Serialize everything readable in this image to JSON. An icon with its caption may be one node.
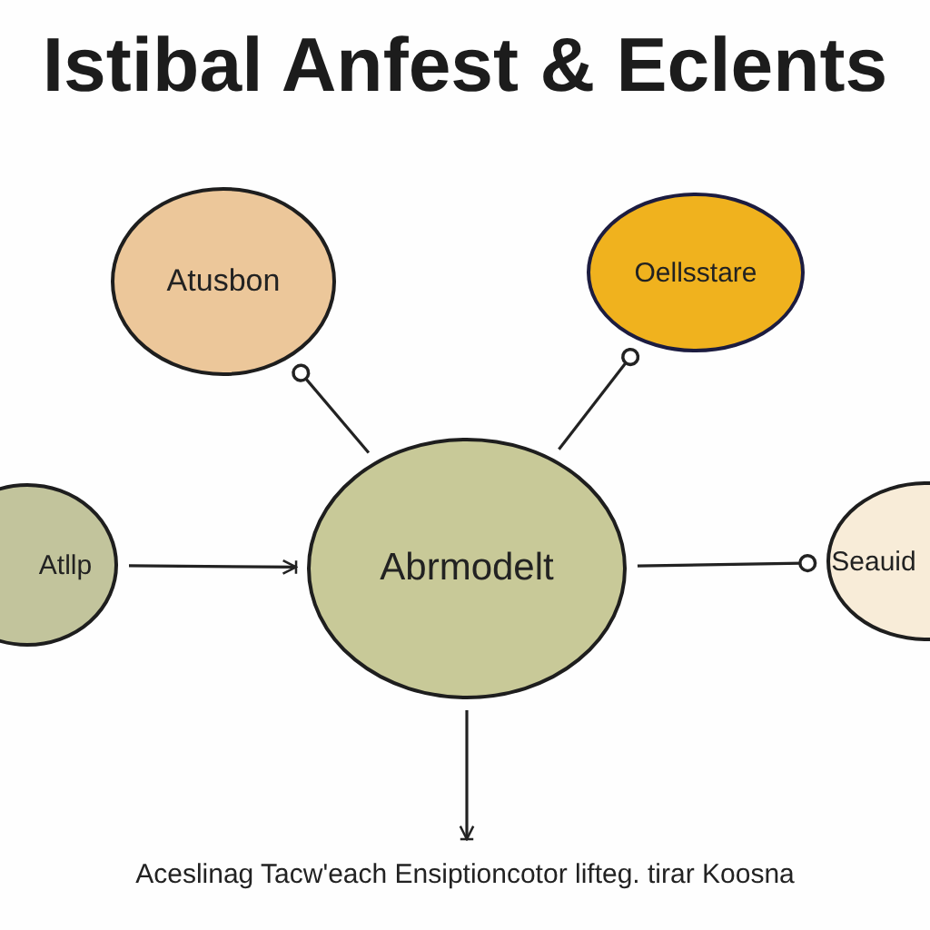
{
  "diagram": {
    "title": "Istibal Anfest & Eclents",
    "nodes": [
      {
        "text": [
          "Atusbon"
        ]
      },
      {
        "text": [
          "Oellsstare"
        ]
      },
      {
        "text": [
          "Atllp"
        ]
      },
      {
        "text": [
          "Abrmodelt"
        ]
      },
      {
        "text": [
          "Seauid"
        ]
      },
      {
        "text": [
          "Aceslinag Tacw'each Ensiptioncotor lifteg. tirar Koosna"
        ]
      }
    ],
    "edges": [
      {
        "from": 3,
        "to": 0,
        "arrow": "other"
      },
      {
        "from": 3,
        "to": 1,
        "arrow": "other"
      },
      {
        "from": 2,
        "to": 3,
        "arrow": "to"
      },
      {
        "from": 3,
        "to": 4,
        "arrow": "other"
      },
      {
        "from": 3,
        "to": 5,
        "arrow": "to"
      }
    ]
  }
}
